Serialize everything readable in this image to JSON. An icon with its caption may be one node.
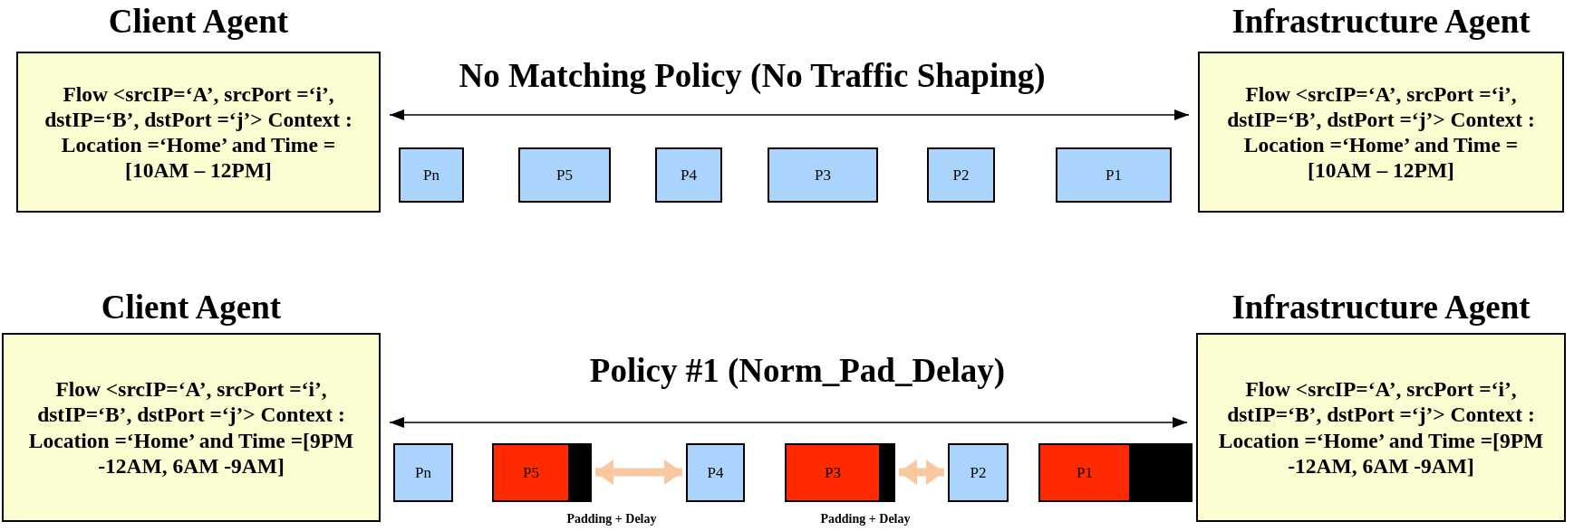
{
  "diagram": {
    "nodes": [
      {
        "text": [
          "Client Agent",
          "Flow <srcIP=‘A’, srcPort =‘i’, dstIP=‘B’, dstPort =‘j’> Context : Location =‘Home’ and Time =[10AM – 12PM]"
        ]
      },
      {
        "text": [
          "Pn"
        ]
      },
      {
        "text": [
          "P5"
        ]
      },
      {
        "text": [
          "P4"
        ]
      },
      {
        "text": [
          "P3"
        ]
      },
      {
        "text": [
          "P2"
        ]
      },
      {
        "text": [
          "P1"
        ]
      },
      {
        "text": [
          "Infrastructure Agent",
          "Flow <srcIP=‘A’, srcPort =‘i’, dstIP=‘B’, dstPort =‘j’> Context : Location =‘Home’ and Time =[10AM – 12PM]"
        ]
      },
      {
        "text": [
          "Client Agent",
          "Flow <srcIP=‘A’, srcPort =‘i’, dstIP=‘B’, dstPort =‘j’> Context : Location =‘Home’ and Time =[9PM -12AM, 6AM -9AM]"
        ]
      },
      {
        "text": [
          "Pn"
        ]
      },
      {
        "text": [
          "P5"
        ]
      },
      {
        "text": [
          "P4"
        ]
      },
      {
        "text": [
          "P3"
        ]
      },
      {
        "text": [
          "P2"
        ]
      },
      {
        "text": [
          "P1"
        ]
      },
      {
        "text": [
          "Infrastructure Agent",
          "Flow <srcIP=‘A’, srcPort =‘i’, dstIP=‘B’, dstPort =‘j’> Context : Location =‘Home’ and Time =[9PM -12AM, 6AM -9AM]"
        ]
      }
    ],
    "edges": [
      {
        "from": 0,
        "to": 7,
        "arrow": "both",
        "label": "No Matching Policy (No Traffic Shaping)"
      },
      {
        "from": 8,
        "to": 15,
        "arrow": "both",
        "label": "Policy #1 (Norm_Pad_Delay)"
      },
      {
        "from": 10,
        "to": 11,
        "arrow": "both",
        "label": "Padding + Delay",
        "style": "thick",
        "color": "#f8c9a0"
      },
      {
        "from": 12,
        "to": 13,
        "arrow": "both",
        "label": "Padding + Delay",
        "style": "thick",
        "color": "#f8c9a0"
      }
    ]
  }
}
